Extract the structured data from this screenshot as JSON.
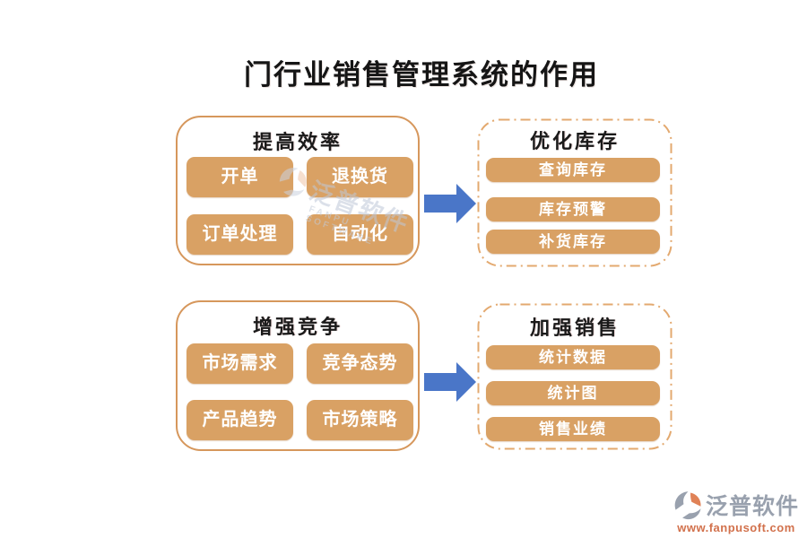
{
  "title": "门行业销售管理系统的作用",
  "colors": {
    "pill_tan": "#D9A164",
    "solid_border": "#D6975C",
    "dash_border": "#E3A96F",
    "arrow_blue": "#4A76C8",
    "brand_gray": "#99A1AE",
    "brand_orange": "#E08257",
    "url_orange": "#D2714C"
  },
  "groups": [
    {
      "title": "提高效率",
      "style": "solid",
      "items": [
        "开单",
        "退换货",
        "订单处理",
        "自动化"
      ]
    },
    {
      "title": "优化库存",
      "style": "dashed",
      "items": [
        "查询库存",
        "库存预警",
        "补货库存"
      ]
    },
    {
      "title": "增强竞争",
      "style": "solid",
      "items": [
        "市场需求",
        "竞争态势",
        "产品趋势",
        "市场策略"
      ]
    },
    {
      "title": "加强销售",
      "style": "dashed",
      "items": [
        "统计数据",
        "统计图",
        "销售业绩"
      ]
    }
  ],
  "watermark": {
    "brand": "泛普软件",
    "brand_en": "FANPU SOFTWARE"
  },
  "footer": {
    "brand": "泛普软件",
    "url": "www.fanpusoft.com"
  }
}
